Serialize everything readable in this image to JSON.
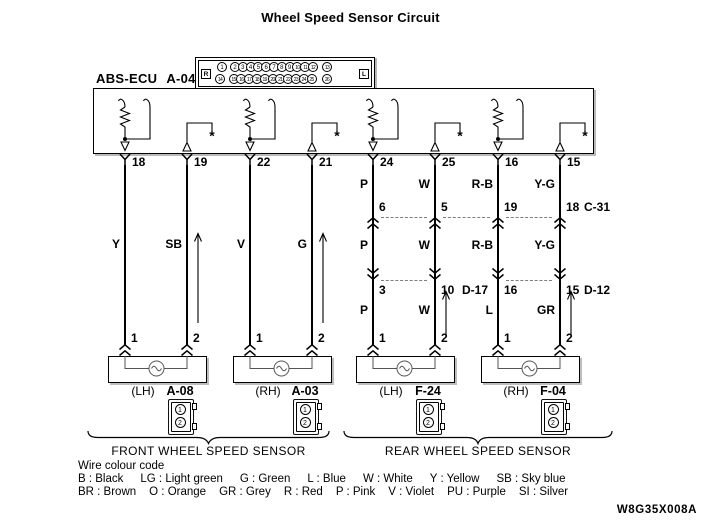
{
  "title": "Wheel Speed Sensor Circuit",
  "drawing_code": "W8G35X008A",
  "ecu": {
    "name": "ABS-ECU",
    "connector_id": "A-04",
    "terminal_left": "R",
    "terminal_right": "L",
    "pin_row1": [
      "1",
      "2",
      "3",
      "4",
      "5",
      "6",
      "7",
      "8",
      "9",
      "10",
      "11",
      "12",
      "13"
    ],
    "pin_row2": [
      "14",
      "15",
      "16",
      "17",
      "18",
      "19",
      "20",
      "21",
      "22",
      "23",
      "24",
      "25",
      "26"
    ]
  },
  "columns": [
    {
      "ecu_pin": "18",
      "circuit": "signal",
      "sensor_pin": "1",
      "segments": [
        {
          "colour": "Y",
          "arrow": false
        }
      ]
    },
    {
      "ecu_pin": "19",
      "circuit": "ground",
      "sensor_pin": "2",
      "segments": [
        {
          "colour": "SB",
          "arrow": true
        }
      ]
    },
    {
      "ecu_pin": "22",
      "circuit": "signal",
      "sensor_pin": "1",
      "segments": [
        {
          "colour": "V",
          "arrow": false
        }
      ]
    },
    {
      "ecu_pin": "21",
      "circuit": "ground",
      "sensor_pin": "2",
      "segments": [
        {
          "colour": "G",
          "arrow": true
        }
      ]
    },
    {
      "ecu_pin": "24",
      "circuit": "signal",
      "sensor_pin": "1",
      "junction_pins": [
        "6",
        "3"
      ],
      "segments": [
        {
          "colour": "P",
          "arrow": false
        },
        {
          "colour": "P",
          "arrow": false
        },
        {
          "colour": "P",
          "arrow": false
        }
      ]
    },
    {
      "ecu_pin": "25",
      "circuit": "ground",
      "sensor_pin": "2",
      "junction_pins": [
        "5",
        "10"
      ],
      "segments": [
        {
          "colour": "W",
          "arrow": false
        },
        {
          "colour": "W",
          "arrow": false
        },
        {
          "colour": "W",
          "arrow": true
        }
      ]
    },
    {
      "ecu_pin": "16",
      "circuit": "signal",
      "sensor_pin": "1",
      "junction_pins": [
        "19",
        "16"
      ],
      "segments": [
        {
          "colour": "R-B",
          "arrow": false
        },
        {
          "colour": "R-B",
          "arrow": false
        },
        {
          "colour": "L",
          "arrow": false
        }
      ]
    },
    {
      "ecu_pin": "15",
      "circuit": "ground",
      "sensor_pin": "2",
      "junction_pins": [
        "18",
        "15"
      ],
      "segments": [
        {
          "colour": "Y-G",
          "arrow": false
        },
        {
          "colour": "Y-G",
          "arrow": false
        },
        {
          "colour": "GR",
          "arrow": true
        }
      ]
    }
  ],
  "inline_connectors": {
    "row1_id": "C-31",
    "row2_left_id": "D-17",
    "row2_right_id": "D-12"
  },
  "sensors": [
    {
      "side": "(LH)",
      "connector_id": "A-08"
    },
    {
      "side": "(RH)",
      "connector_id": "A-03"
    },
    {
      "side": "(LH)",
      "connector_id": "F-24"
    },
    {
      "side": "(RH)",
      "connector_id": "F-04"
    }
  ],
  "sensor_connector_pins": [
    "1",
    "2"
  ],
  "groups": {
    "front_label": "FRONT WHEEL SPEED SENSOR",
    "rear_label": "REAR WHEEL SPEED SENSOR"
  },
  "wire_colour_code": {
    "heading": "Wire colour code",
    "line1": [
      "B : Black",
      "LG : Light green",
      "G : Green",
      "L : Blue",
      "W : White",
      "Y : Yellow",
      "SB : Sky blue"
    ],
    "line2": [
      "BR : Brown",
      "O : Orange",
      "GR : Grey",
      "R : Red",
      "P : Pink",
      "V : Violet",
      "PU : Purple",
      "SI : Silver"
    ]
  }
}
